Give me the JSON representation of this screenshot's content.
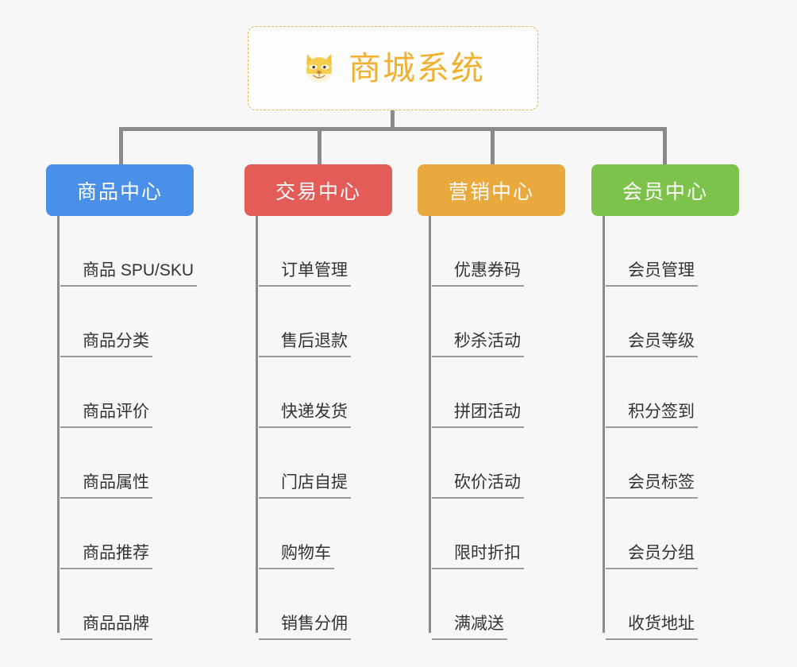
{
  "root": {
    "title": "商城系统",
    "icon": "shiba-dog-face-icon",
    "border_color": "#e8b455",
    "text_color": "#f0b132"
  },
  "connector_color": "#8a8a8a",
  "background_color": "#f7f7f7",
  "branches": [
    {
      "label": "商品中心",
      "color": "#4a90e8",
      "items": [
        "商品 SPU/SKU",
        "商品分类",
        "商品评价",
        "商品属性",
        "商品推荐",
        "商品品牌"
      ]
    },
    {
      "label": "交易中心",
      "color": "#e35c58",
      "items": [
        "订单管理",
        "售后退款",
        "快递发货",
        "门店自提",
        "购物车",
        "销售分佣"
      ]
    },
    {
      "label": "营销中心",
      "color": "#eaa93c",
      "items": [
        "优惠券码",
        "秒杀活动",
        "拼团活动",
        "砍价活动",
        "限时折扣",
        "满减送"
      ]
    },
    {
      "label": "会员中心",
      "color": "#7dc24b",
      "items": [
        "会员管理",
        "会员等级",
        "积分签到",
        "会员标签",
        "会员分组",
        "收货地址"
      ]
    }
  ]
}
